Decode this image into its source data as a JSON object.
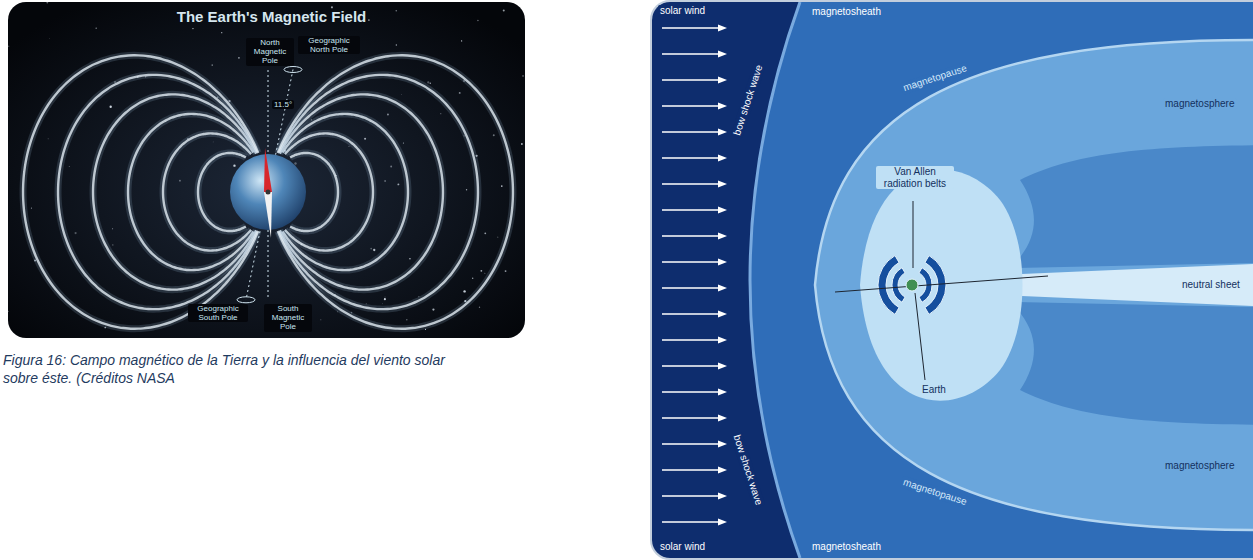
{
  "diagram": {
    "caption": "Figura 16: Campo magnético de la Tierra y la influencia del viento solar sobre éste. (Créditos NASA",
    "nodes": [
      {
        "text": [
          "The Earth's Magnetic Field"
        ]
      }
    ],
    "labels": [
      "North Magnetic Pole",
      "Geographic North Pole",
      "11.5°",
      "Geographic South Pole",
      "South Magnetic Pole",
      "solar wind",
      "magnetosheath",
      "magnetopause",
      "bow shock wave",
      "Van Allen radiation belts",
      "Earth",
      "magnetosphere",
      "neutral sheet",
      "magnetosphere",
      "bow shock wave",
      "magnetopause",
      "solar wind",
      "magnetosheath"
    ]
  }
}
